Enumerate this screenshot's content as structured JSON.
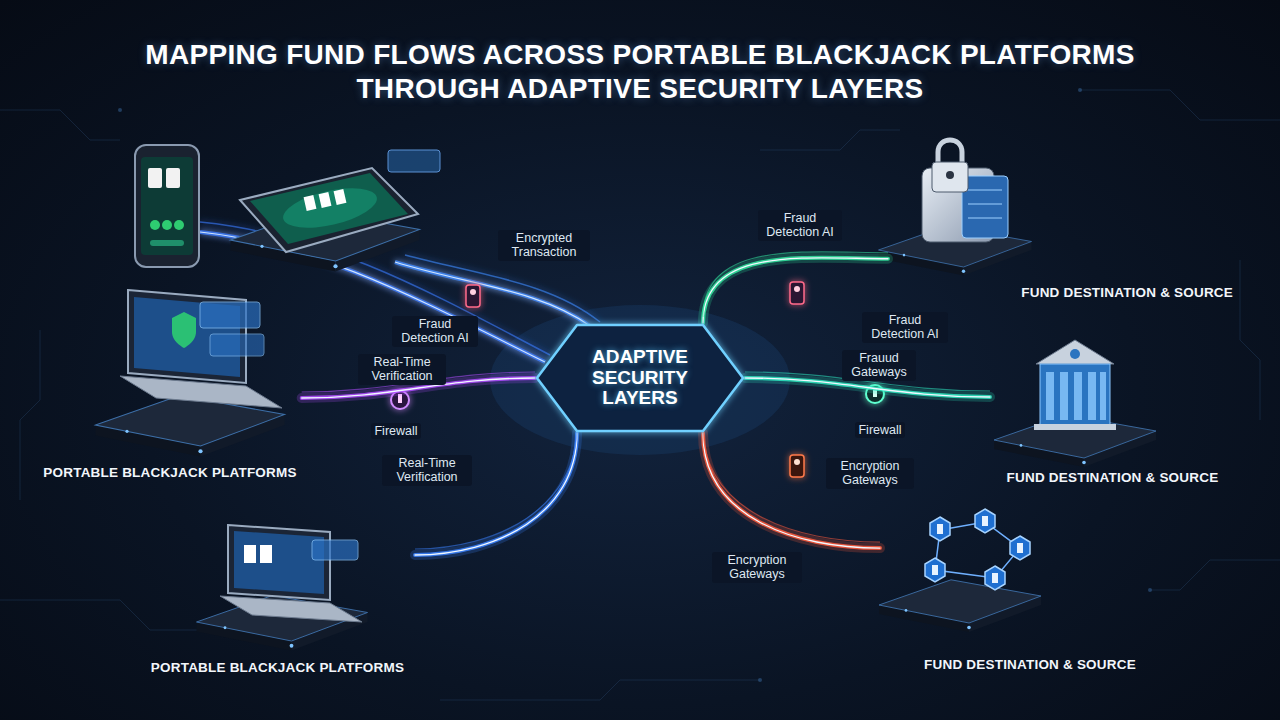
{
  "diagram": {
    "title": "MAPPING FUND FLOWS ACROSS PORTABLE BLACKJACK PLATFORMS THROUGH ADAPTIVE SECURITY LAYERS",
    "nodes": [
      {
        "text": [
          "FUND DESTINATION & SOURCE"
        ]
      },
      {
        "text": [
          "ADAPTIVE SECURITY LAYERS"
        ]
      },
      {
        "text": [
          "PORTABLE BLACKJACK PLATFORMS"
        ]
      },
      {
        "text": [
          "FUND DESTINATION & SOURCE"
        ]
      },
      {
        "text": [
          "PORTABLE BLACKJACK PLATFORMS"
        ]
      },
      {
        "text": [
          "FUND DESTINATION & SOURCE"
        ]
      }
    ],
    "edges": [
      {
        "from": 2,
        "to": 1,
        "label": "Real-Time Verification",
        "arrow": "none"
      },
      {
        "from": 1,
        "to": 0,
        "label": "Fraud Detection AI",
        "arrow": "none"
      },
      {
        "from": 1,
        "to": 3,
        "label": "Firewall",
        "arrow": "none"
      },
      {
        "from": 4,
        "to": 1,
        "label": "Real-Time Verification",
        "arrow": "none"
      },
      {
        "from": 1,
        "to": 5,
        "label": "Encryption Gateways",
        "arrow": "none"
      }
    ],
    "labels": [
      "Encrypted Transaction",
      "Fraud Detection AI",
      "Firewall",
      "Fraud Detection AI",
      "Frauud Gateways",
      "Encryption Gateways"
    ]
  }
}
